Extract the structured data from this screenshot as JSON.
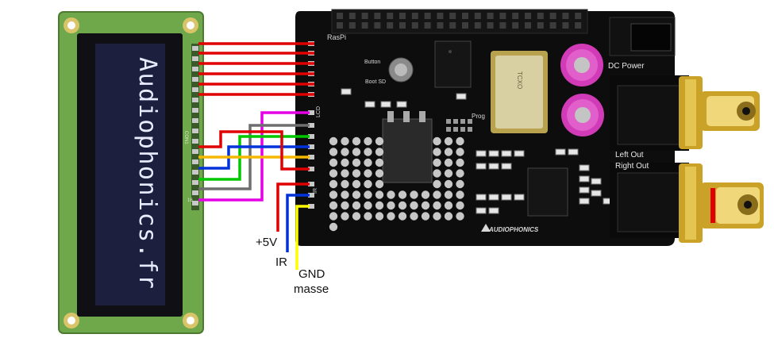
{
  "lcd": {
    "display_text": "Audiophonics.fr",
    "colors": {
      "pcb": "#6fa84a",
      "bezel": "#101014",
      "screen": "#1c1f3e",
      "text": "#e9ecff"
    }
  },
  "board": {
    "labels": {
      "raspi": "RasPi",
      "button": "Button",
      "boot_sd": "Boot SD",
      "dc_power": "DC Power",
      "left_out": "Left Out",
      "right_out": "Right Out",
      "prog": "Prog",
      "lcd": "LCD",
      "ir": "IR",
      "brand": "AUDIOPHONICS",
      "oscillator": "TCXO"
    },
    "colors": {
      "pcb": "#0d0d0d",
      "silkscreen": "#d8d8d8",
      "cap": "#d23bb7",
      "gold": "#c9a227"
    }
  },
  "legend": {
    "items": [
      {
        "label": "+5V"
      },
      {
        "label": "IR"
      },
      {
        "label": "GND"
      },
      {
        "label": "masse"
      }
    ]
  },
  "wires": {
    "colors": {
      "red": "#e00000",
      "yellow": "#f5b800",
      "blue": "#0032dc",
      "green": "#00c800",
      "grey": "#6e6e6e",
      "magenta": "#e600e6",
      "ir_yellow": "#ffff00"
    }
  }
}
